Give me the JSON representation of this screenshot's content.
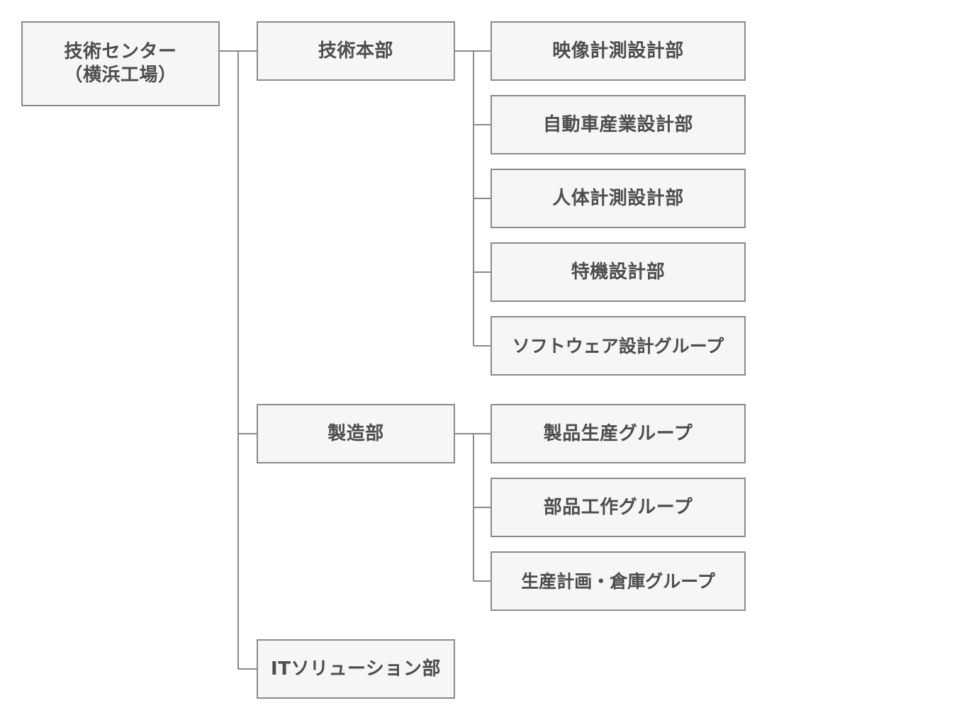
{
  "org": {
    "root": {
      "label": "技術センター\n（横浜工場）",
      "children": [
        {
          "label": "技術本部",
          "children": [
            "映像計測設計部",
            "自動車産業設計部",
            "人体計測設計部",
            "特機設計部",
            "ソフトウェア設計グループ"
          ]
        },
        {
          "label": "製造部",
          "children": [
            "製品生産グループ",
            "部品工作グループ",
            "生産計画・倉庫グループ"
          ]
        },
        {
          "label": "ITソリューション部",
          "children": []
        }
      ]
    }
  },
  "colors": {
    "box_fill": "#f6f6f6",
    "box_border": "#8a8a8a",
    "text": "#4d4d4d",
    "connector": "#8a8a8a"
  }
}
